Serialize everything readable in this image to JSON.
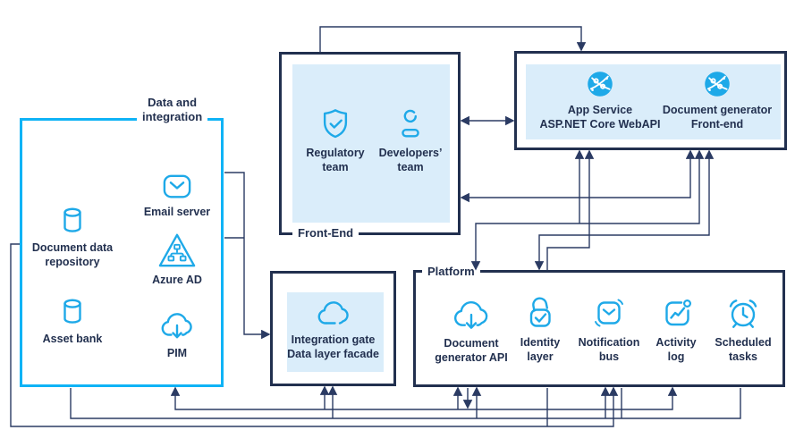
{
  "colors": {
    "accent": "#1ea9e8",
    "box_cyan": "#0fb3f6",
    "navy": "#22304f",
    "line": "#2b3b63",
    "light_fill": "#daedfa"
  },
  "data_integration": {
    "title": "Data and\nintegration",
    "nodes": {
      "repo": {
        "label": "Document data\nrepository",
        "icon": "database-icon"
      },
      "asset": {
        "label": "Asset bank",
        "icon": "database-icon"
      },
      "email": {
        "label": "Email server",
        "icon": "envelope-icon"
      },
      "azure": {
        "label": "Azure AD",
        "icon": "azure-ad-icon"
      },
      "pim": {
        "label": "PIM",
        "icon": "cloud-download-icon"
      }
    }
  },
  "front_end": {
    "title": "Front-End",
    "nodes": {
      "regulatory": {
        "label": "Regulatory\nteam",
        "icon": "shield-check-icon"
      },
      "developers": {
        "label": "Developers’\nteam",
        "icon": "person-icon"
      }
    }
  },
  "app_services": {
    "nodes": {
      "webapi": {
        "label": "App Service\nASP.NET Core WebAPI",
        "icon": "globe-icon"
      },
      "docgen_frontend": {
        "label": "Document generator\nFront-end",
        "icon": "globe-icon"
      }
    }
  },
  "integration_gate": {
    "node": {
      "label": "Integration gate\nData layer facade",
      "icon": "cloud-icon"
    }
  },
  "platform": {
    "title": "Platform",
    "nodes": {
      "docgen_api": {
        "label": "Document\ngenerator API",
        "icon": "cloud-download-icon"
      },
      "identity": {
        "label": "Identity\nlayer",
        "icon": "padlock-check-icon"
      },
      "notification": {
        "label": "Notification\nbus",
        "icon": "notification-bus-icon"
      },
      "activity": {
        "label": "Activity\nlog",
        "icon": "activity-log-icon"
      },
      "scheduled": {
        "label": "Scheduled\ntasks",
        "icon": "alarm-clock-icon"
      }
    }
  }
}
